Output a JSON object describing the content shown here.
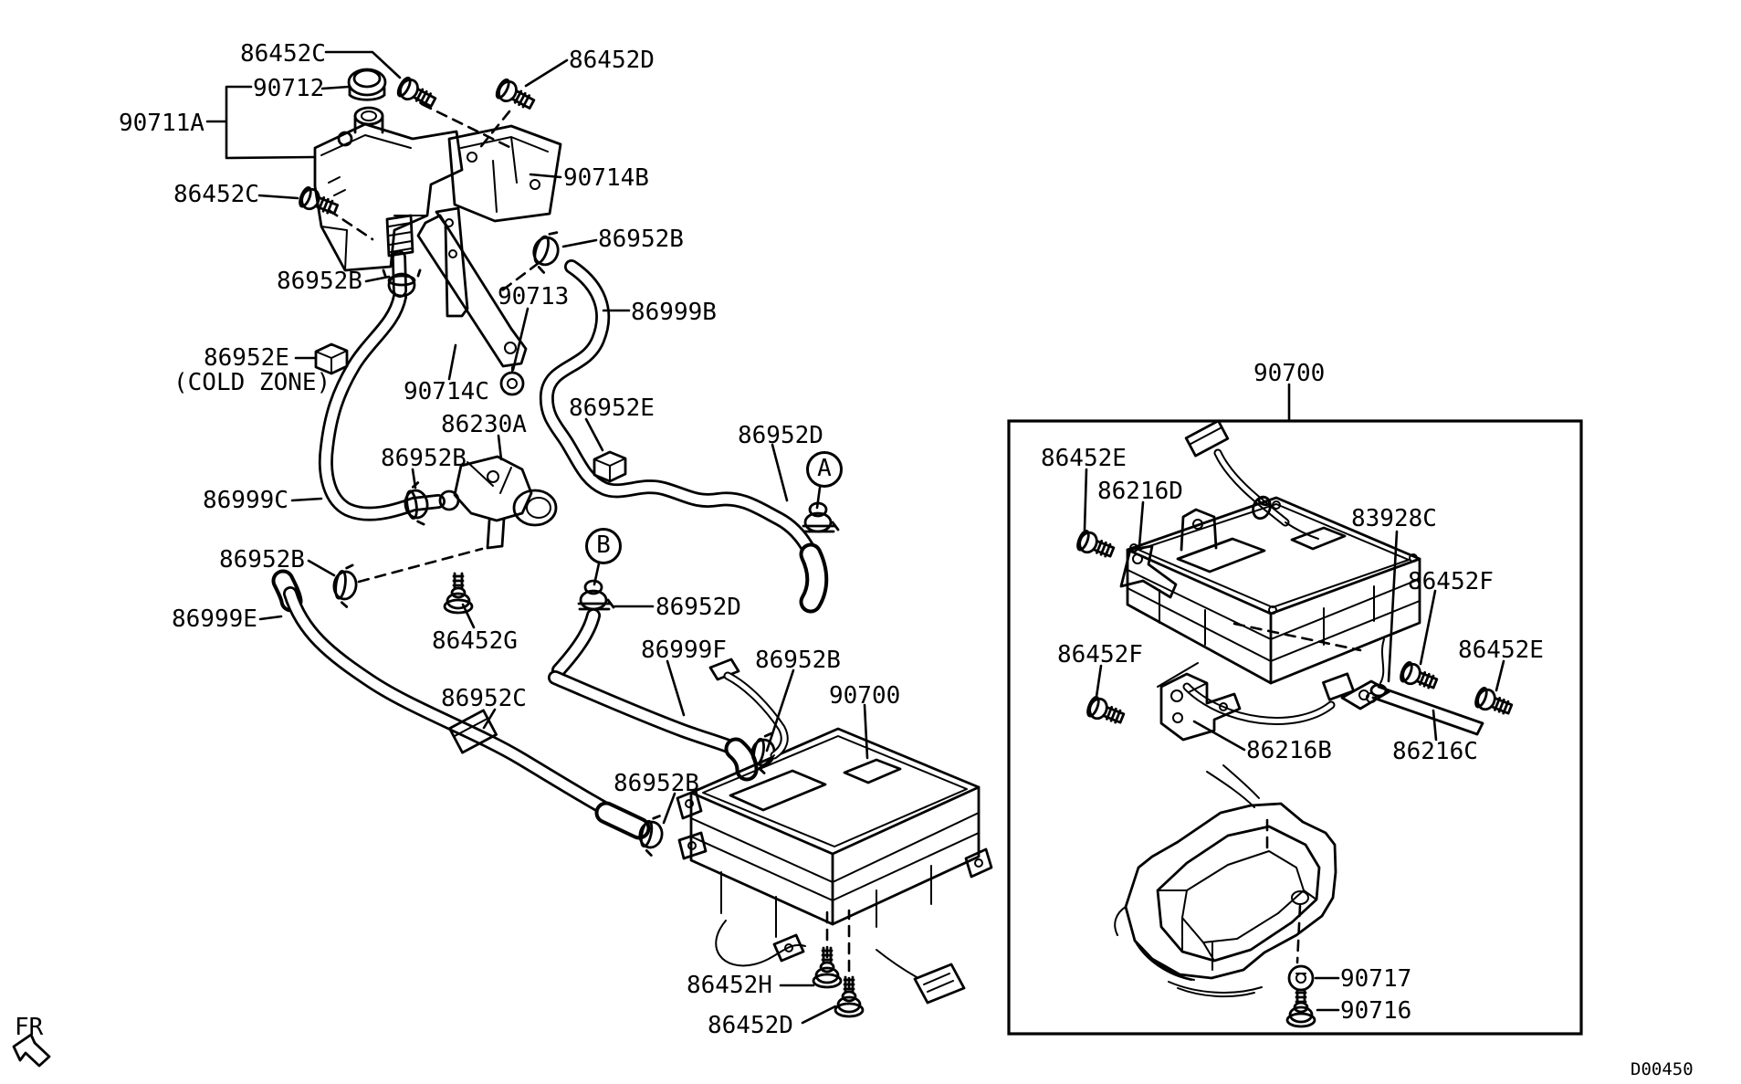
{
  "page": {
    "background": "#ffffff",
    "ink": "#000000",
    "drawing_code": "D00450",
    "fr_marker": "FR"
  },
  "left_diagram": {
    "view_a": "A",
    "view_b": "B",
    "labels": [
      {
        "text": "86452C"
      },
      {
        "text": "90712"
      },
      {
        "text": "90711A"
      },
      {
        "text": "86452C"
      },
      {
        "text": "86452D"
      },
      {
        "text": "90714B"
      },
      {
        "text": "86952B"
      },
      {
        "text": "86952B"
      },
      {
        "text": "90713"
      },
      {
        "text": "86999B"
      },
      {
        "text": "86952E"
      },
      {
        "text": "(COLD ZONE)"
      },
      {
        "text": "90714C"
      },
      {
        "text": "86230A"
      },
      {
        "text": "86952B"
      },
      {
        "text": "86999C"
      },
      {
        "text": "86952E"
      },
      {
        "text": "86952D"
      },
      {
        "text": "86952B"
      },
      {
        "text": "86999E"
      },
      {
        "text": "86452G"
      },
      {
        "text": "86952D"
      },
      {
        "text": "86999F"
      },
      {
        "text": "86952B"
      },
      {
        "text": "90700"
      },
      {
        "text": "86952C"
      },
      {
        "text": "86952B"
      },
      {
        "text": "86452H"
      },
      {
        "text": "86452D"
      }
    ]
  },
  "right_box": {
    "title": "90700",
    "labels": [
      {
        "text": "86452E"
      },
      {
        "text": "86216D"
      },
      {
        "text": "83928C"
      },
      {
        "text": "86452F"
      },
      {
        "text": "86452F"
      },
      {
        "text": "86452E"
      },
      {
        "text": "86216B"
      },
      {
        "text": "86216C"
      },
      {
        "text": "90717"
      },
      {
        "text": "90716"
      }
    ]
  }
}
